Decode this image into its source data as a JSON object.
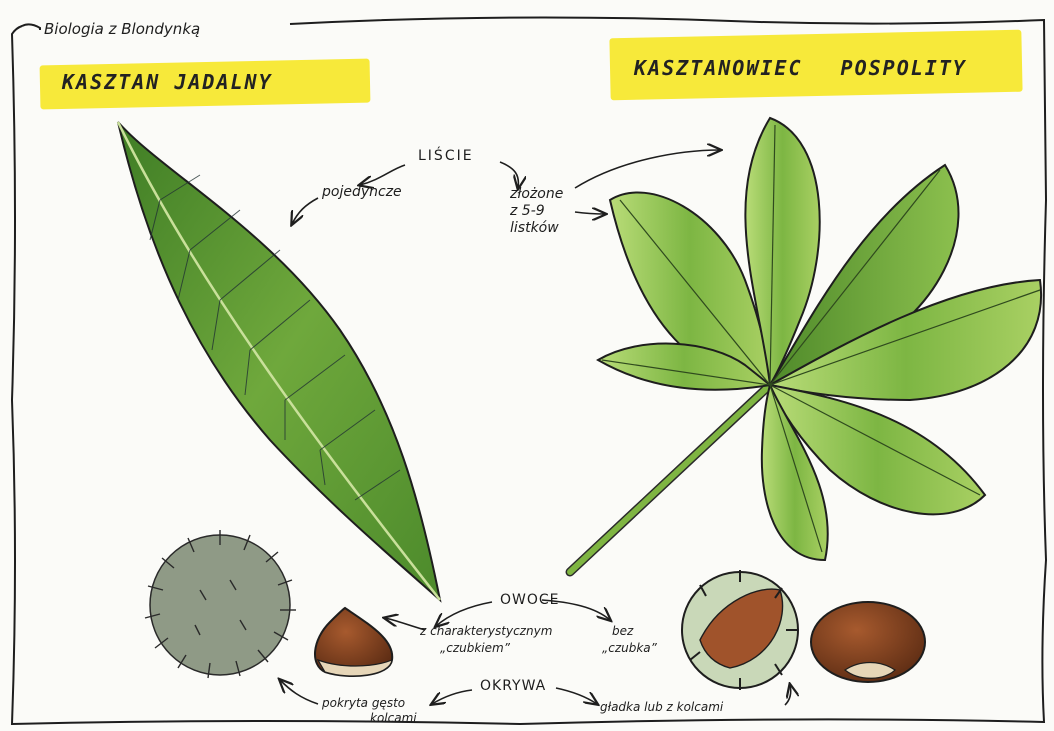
{
  "header": {
    "brand": "Biologia z Blondynką"
  },
  "titles": {
    "left": "KASZTAN JADALNY",
    "right": "KASZTANOWIEC POSPOLITY"
  },
  "leaves": {
    "heading": "LIŚCIE",
    "left_label": "pojedyncze",
    "right_label_1": "złożone",
    "right_label_2": "z 5-9",
    "right_label_3": "listków"
  },
  "fruits": {
    "heading": "OWOCE",
    "left_label_1": "z charakterystycznym",
    "left_label_2": "„czubkiem”",
    "right_label_1": "bez",
    "right_label_2": "„czubka”"
  },
  "husk": {
    "heading": "OKRYWA",
    "left_label_1": "pokryta gęsto",
    "left_label_2": "kolcami",
    "right_label": "gładka lub z kolcami"
  },
  "colors": {
    "highlight": "#f7e93a",
    "leaf_dark": "#4f8a2a",
    "leaf_mid": "#7fb542",
    "leaf_light": "#c6e08a",
    "nut_brown": "#7a3d1f",
    "husk_green": "#a9bf96"
  }
}
